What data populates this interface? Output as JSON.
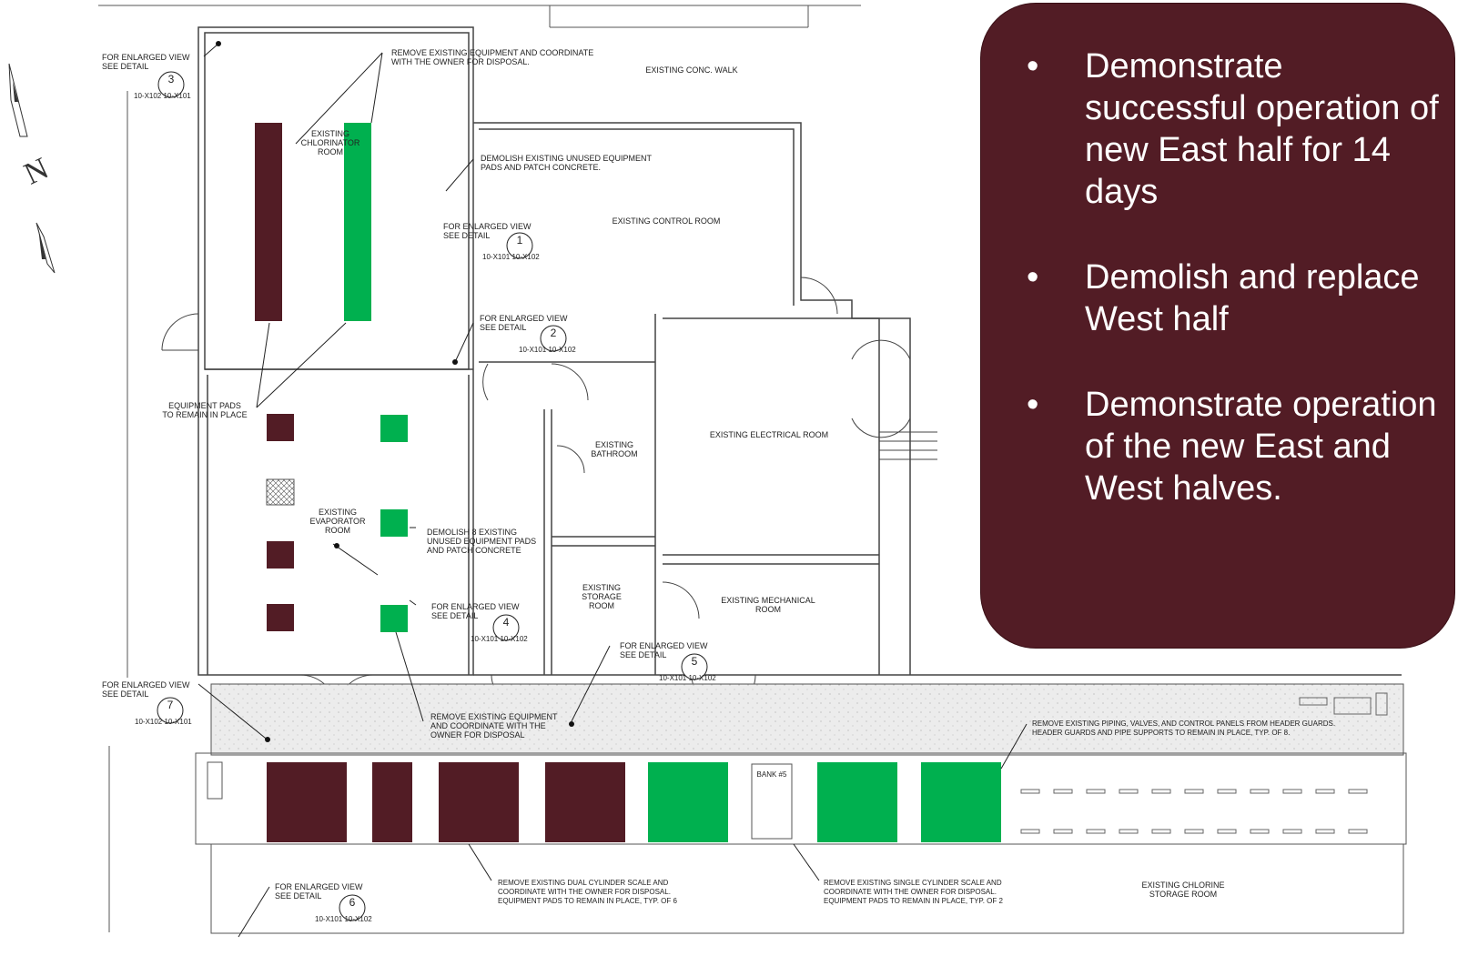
{
  "callout": {
    "bullets": [
      "Demonstrate successful operation of new East half for 14 days",
      "Demolish and replace West half",
      "Demonstrate operation of the new East and West halves."
    ],
    "bullet_char": "•",
    "bg_color": "#521c25"
  },
  "north_arrow": {
    "letter": "N"
  },
  "rooms": {
    "conc_walk": "EXISTING CONC. WALK",
    "chlorinator": "EXISTING\nCHLORINATOR\nROOM",
    "control": "EXISTING CONTROL ROOM",
    "electrical": "EXISTING ELECTRICAL ROOM",
    "bathroom": "EXISTING\nBATHROOM",
    "evaporator": "EXISTING\nEVAPORATOR\nROOM",
    "storage": "EXISTING\nSTORAGE\nROOM",
    "mechanical": "EXISTING MECHANICAL\nROOM",
    "chlorine_storage": "EXISTING CHLORINE\nSTORAGE ROOM",
    "bank5": "BANK #5"
  },
  "notes": {
    "remove_equipment_top": "REMOVE EXISTING EQUIPMENT AND COORDINATE\nWITH THE OWNER FOR DISPOSAL.",
    "demolish_pads": "DEMOLISH EXISTING UNUSED EQUIPMENT\nPADS AND PATCH CONCRETE.",
    "equipment_pads_remain": "EQUIPMENT PADS\nTO REMAIN IN PLACE",
    "demolish_8": "DEMOLISH 8 EXISTING\nUNUSED EQUIPMENT PADS\nAND PATCH CONCRETE",
    "remove_equipment_bottom": "REMOVE EXISTING EQUIPMENT\nAND COORDINATE WITH THE\nOWNER FOR DISPOSAL",
    "remove_piping": "REMOVE EXISTING PIPING, VALVES, AND CONTROL PANELS FROM HEADER GUARDS.\nHEADER GUARDS AND PIPE SUPPORTS TO REMAIN IN PLACE, TYP. OF 8.",
    "remove_dual": "REMOVE EXISTING DUAL CYLINDER SCALE AND\nCOORDINATE WITH THE OWNER FOR DISPOSAL.\nEQUIPMENT PADS TO REMAIN IN PLACE, TYP. OF 6",
    "remove_single": "REMOVE EXISTING SINGLE CYLINDER SCALE AND\nCOORDINATE WITH THE OWNER FOR DISPOSAL.\nEQUIPMENT PADS TO REMAIN IN PLACE, TYP. OF 2"
  },
  "details": [
    {
      "label": "FOR ENLARGED VIEW\nSEE DETAIL",
      "number": "3",
      "refs": "10-X102 10-X101"
    },
    {
      "label": "FOR ENLARGED VIEW\nSEE DETAIL",
      "number": "1",
      "refs": "10-X101 10-X102"
    },
    {
      "label": "FOR ENLARGED VIEW\nSEE DETAIL",
      "number": "2",
      "refs": "10-X101 10-X102"
    },
    {
      "label": "FOR ENLARGED VIEW\nSEE DETAIL",
      "number": "4",
      "refs": "10-X101 10-X102"
    },
    {
      "label": "FOR ENLARGED VIEW\nSEE DETAIL",
      "number": "5",
      "refs": "10-X101 10-X102"
    },
    {
      "label": "FOR ENLARGED VIEW\nSEE DETAIL",
      "number": "7",
      "refs": "10-X102 10-X101"
    },
    {
      "label": "FOR ENLARGED VIEW\nSEE DETAIL",
      "number": "6",
      "refs": "10-X101 10-X102"
    }
  ],
  "colors": {
    "maroon": "#521c25",
    "green": "#00b04f",
    "line": "#444444",
    "hatch": "#e6e6e6"
  }
}
